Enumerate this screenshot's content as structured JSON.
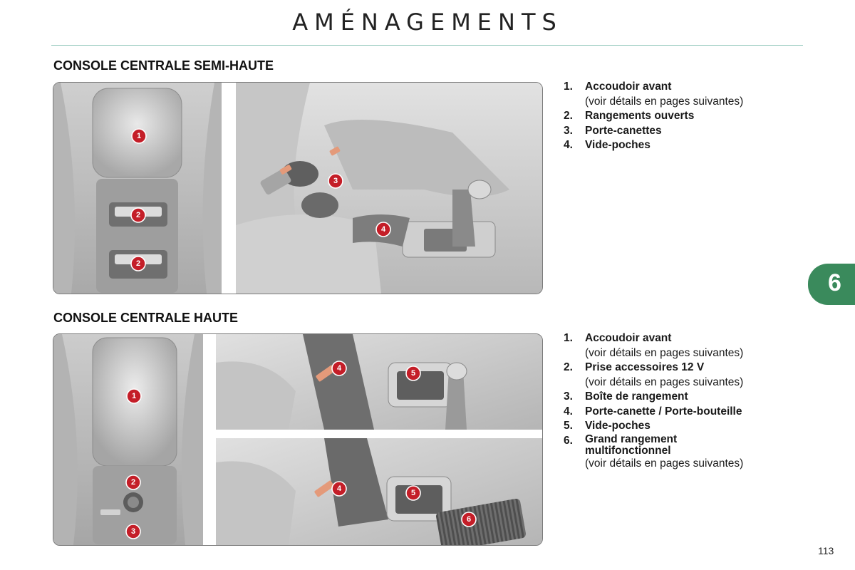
{
  "page": {
    "title": "AMÉNAGEMENTS",
    "chapter_tab": "6",
    "page_number": "113"
  },
  "section1": {
    "heading": "CONSOLE CENTRALE SEMI-HAUTE",
    "markers": [
      "1",
      "2",
      "2",
      "3",
      "4"
    ],
    "items": [
      {
        "num": "1.",
        "label": "Accoudoir avant",
        "detail": "(voir détails en pages suivantes)"
      },
      {
        "num": "2.",
        "label": "Rangements ouverts"
      },
      {
        "num": "3.",
        "label": "Porte-canettes"
      },
      {
        "num": "4.",
        "label": "Vide-poches"
      }
    ]
  },
  "section2": {
    "heading": "CONSOLE CENTRALE HAUTE",
    "markers": [
      "1",
      "2",
      "3",
      "4",
      "5",
      "4",
      "5",
      "6"
    ],
    "items": [
      {
        "num": "1.",
        "label": "Accoudoir avant",
        "detail": "(voir détails en pages suivantes)"
      },
      {
        "num": "2.",
        "label": "Prise accessoires 12 V",
        "detail": "(voir détails en pages suivantes)"
      },
      {
        "num": "3.",
        "label": "Boîte de rangement"
      },
      {
        "num": "4.",
        "label": "Porte-canette / Porte-bouteille"
      },
      {
        "num": "5.",
        "label": "Vide-poches"
      },
      {
        "num": "6.",
        "label": "Grand rangement multifonctionnel",
        "detail": "(voir détails en pages suivantes)"
      }
    ]
  }
}
